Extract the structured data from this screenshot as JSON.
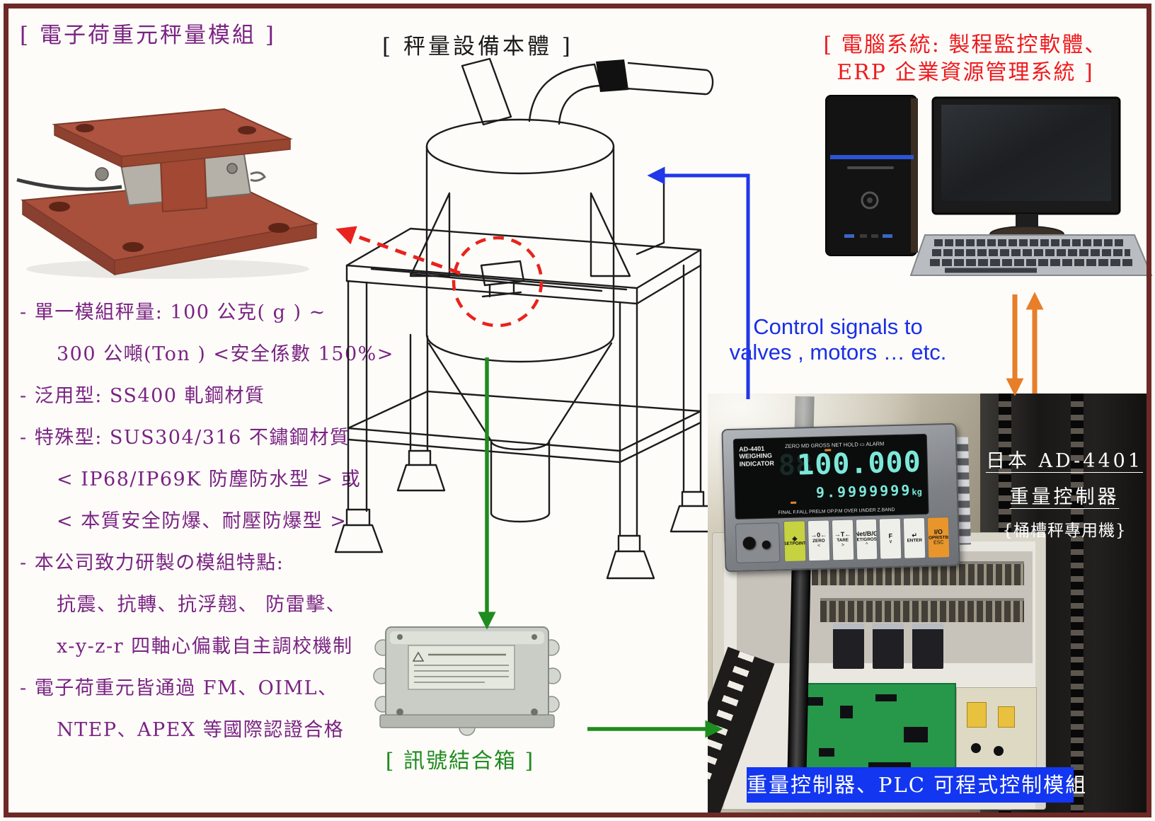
{
  "page": {
    "bg": "#fdfcf9",
    "border_color": "#6d2926"
  },
  "titles": {
    "load_cell": {
      "text": "[ 電子荷重元秤量模組 ]",
      "color": "#7a2383"
    },
    "equipment": {
      "text": "[ 秤量設備本體 ]",
      "color": "#1a1a1a"
    },
    "computer": {
      "line1": "[ 電腦系統: 製程監控軟體、",
      "line2": "ERP 企業資源管理系統 ]",
      "color": "#ee1b1e"
    },
    "junction_box": {
      "text": "[ 訊號結合箱 ]",
      "color": "#1e8a1e"
    }
  },
  "specs": {
    "color": "#7a2383",
    "lines": [
      {
        "text": "- 單一模組秤量:  100 公克( g ) ~",
        "indent": false
      },
      {
        "text": "300 公噸(Ton ) <安全係數 150%>",
        "indent": true
      },
      {
        "text": "- 泛用型:  SS400 軋鋼材質",
        "indent": false
      },
      {
        "text": "- 特殊型:  SUS304/316 不鏽鋼材質",
        "indent": false
      },
      {
        "text": "< IP68/IP69K 防塵防水型 >  或",
        "indent": true
      },
      {
        "text": "< 本質安全防爆、耐壓防爆型 >",
        "indent": true
      },
      {
        "text": "- 本公司致力研製の模組特點:",
        "indent": false
      },
      {
        "text": "抗震、抗轉、抗浮翹、 防雷擊、",
        "indent": true
      },
      {
        "text": "x-y-z-r 四軸心偏載自主調校機制",
        "indent": true
      },
      {
        "text": "- 電子荷重元皆通過 FM、OIML、",
        "indent": false
      },
      {
        "text": "NTEP、APEX 等國際認證合格",
        "indent": true
      }
    ]
  },
  "control_signals": {
    "line1": "Control signals to",
    "line2": "valves , motors … etc.",
    "color": "#1a2ee8"
  },
  "controller_caption": {
    "line1": "日本 AD-4401",
    "line2": "重量控制器",
    "line3": "{桶槽秤專用機}",
    "color": "#ffffff"
  },
  "plc_banner": {
    "text": "重量控制器、PLC 可程式控制模組",
    "bg": "#1336f0",
    "color": "#ffffff"
  },
  "indicator": {
    "model_line1": "AD-4401",
    "model_line2": "WEIGHING",
    "model_line3": "INDICATOR",
    "status_row": "ZERO  MD  GROSS  NET  HOLD ▭ ALARM",
    "main_value": "100.000",
    "ghost_digits": "88",
    "sub_value": "9.9999999",
    "sub_unit": "kg",
    "limits_row": "FINAL F.FALL PRELM OP.P.M OVER UNDER Z.BAND",
    "display_color": "#7ce8da",
    "buttons": [
      {
        "name": "setpoint",
        "top": "◈",
        "mid": "SETPOINT",
        "bot": "",
        "bg": "#c6d23f"
      },
      {
        "name": "zero",
        "top": "→0←",
        "mid": "ZERO",
        "bot": "<",
        "bg": "#efefe9"
      },
      {
        "name": "tare",
        "top": "→T←",
        "mid": "TARE",
        "bot": ">",
        "bg": "#efefe9"
      },
      {
        "name": "net-gross",
        "top": "Net/B/G",
        "mid": "NET/GROSS",
        "bot": "^",
        "bg": "#efefe9"
      },
      {
        "name": "f",
        "top": "F",
        "mid": "",
        "bot": "∨",
        "bg": "#efefe9"
      },
      {
        "name": "enter",
        "top": "↵",
        "mid": "ENTER",
        "bot": "",
        "bg": "#efefe9"
      },
      {
        "name": "io-opr-stb",
        "top": "I/O",
        "mid": "OPR/STB",
        "bot": "ESC",
        "bg": "#e8962c"
      }
    ]
  },
  "arrows": {
    "red": "#e8231d",
    "blue": "#2137e8",
    "green": "#1e8c1e",
    "orange": "#e87e28"
  }
}
